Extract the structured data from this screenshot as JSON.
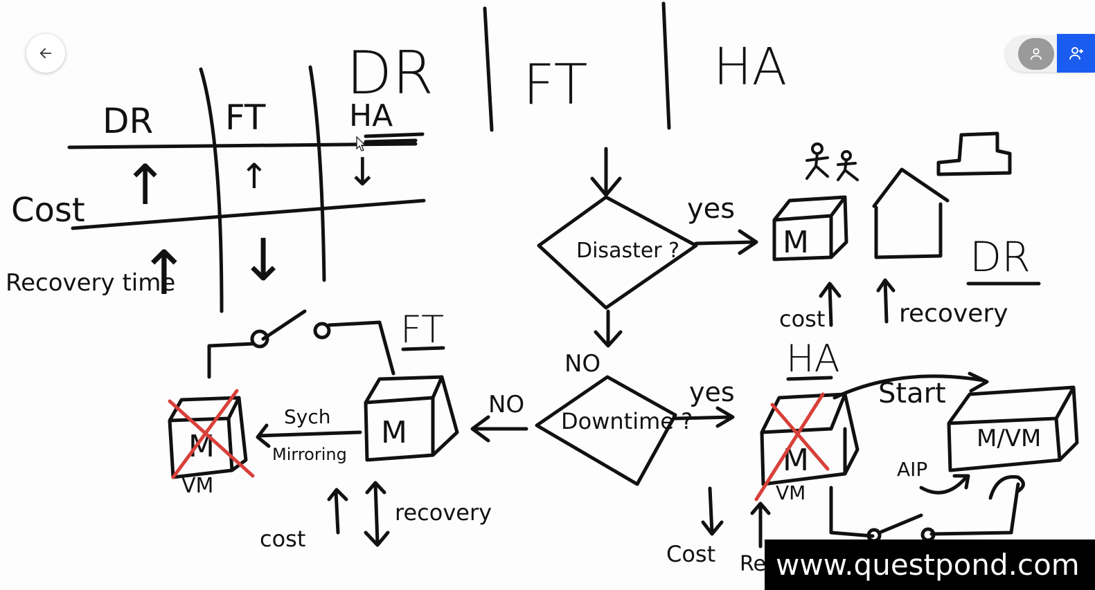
{
  "toolbar": {
    "back_icon": "arrow-left-icon",
    "user_icon": "user-icon",
    "add_user_icon": "user-plus-icon",
    "accent_color": "#1a5cf0"
  },
  "whiteboard": {
    "header": {
      "col1": "DR",
      "col2": "FT",
      "col3": "HA"
    },
    "table": {
      "columns": [
        "DR",
        "FT",
        "HA"
      ],
      "rows": [
        {
          "label": "Cost",
          "values": [
            "↑",
            "↑",
            "↓"
          ]
        },
        {
          "label": "Recovery time",
          "values": [
            "↑",
            "↓",
            ""
          ]
        }
      ]
    },
    "flow": {
      "decision1": "Disaster ?",
      "yes1": "yes",
      "no1": "NO",
      "decision2": "Downtime ?",
      "yes2": "yes",
      "no2": "NO"
    },
    "dr_section": {
      "box_label": "M",
      "title": "DR",
      "cost_label": "cost",
      "recovery_label": "recovery"
    },
    "ft_section": {
      "title": "FT",
      "vm1_label": "M",
      "vm1_caption": "VM",
      "sync_label": "Sych",
      "mirror_label": "Mirroring",
      "vm2_label": "M",
      "cost_label": "cost",
      "recovery_label": "recovery"
    },
    "ha_section": {
      "title": "HA",
      "start_label": "Start",
      "vm1_label": "M",
      "vm1_caption": "VM",
      "vm2_label": "M/VM",
      "ip_label": "AIP",
      "cost_label": "Cost",
      "recovery_label": "Rec"
    }
  },
  "watermark": "www.questpond.com"
}
